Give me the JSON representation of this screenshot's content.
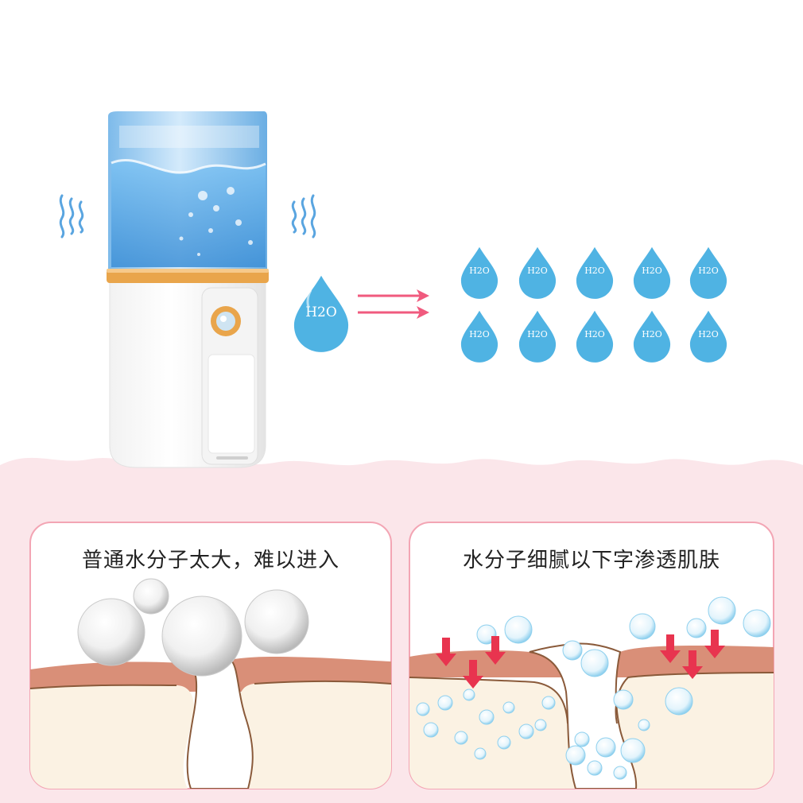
{
  "drop_label": "H2O",
  "small_drop_count": 10,
  "panels": [
    {
      "caption": "普通水分子太大，难以进入"
    },
    {
      "caption": "水分子细腻以下字渗透肌肤"
    }
  ],
  "colors": {
    "water_drop": "#4fb3e3",
    "arrow": "#f05a7e",
    "pink_band": "#fbe6ea",
    "panel_border": "#f3a5b4",
    "skin_outer": "#d98f78",
    "skin_inner": "#fbf2e3",
    "device_ring": "#e9a54b",
    "device_body": "#ffffff",
    "water_tank": "#8cc8f0"
  }
}
